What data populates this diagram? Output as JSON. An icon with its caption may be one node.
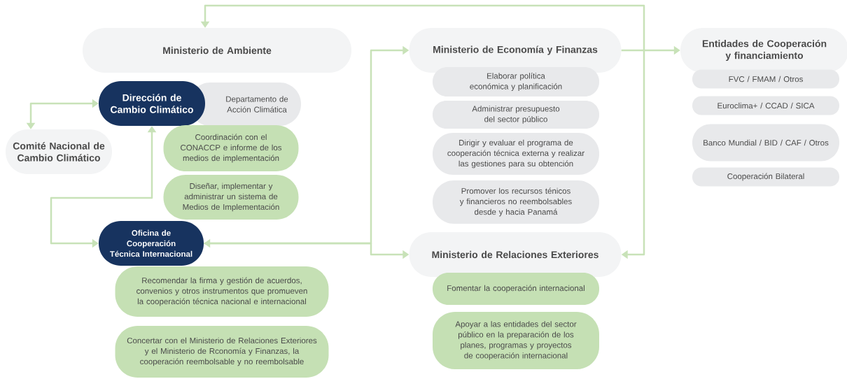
{
  "diagram": {
    "nodes": [
      {
        "text": [
          "Ministerio de Ambiente"
        ]
      },
      {
        "text": [
          "Dirección de Cambio Climático"
        ]
      },
      {
        "text": [
          "Departamento de Acción Climática"
        ]
      },
      {
        "text": [
          "Comité Nacional de Cambio Climático"
        ]
      },
      {
        "text": [
          "Coordinación con el CONACCP e informe de los medios de implementación"
        ]
      },
      {
        "text": [
          "Diseñar, implementar y administrar un sistema de Medios de Implementación"
        ]
      },
      {
        "text": [
          "Oficina de Cooperación Técnica Internacional"
        ]
      },
      {
        "text": [
          "Recomendar la firma y gestión de acuerdos, convenios y otros instrumentos que promueven la cooperación técnica nacional e internacional"
        ]
      },
      {
        "text": [
          "Concertar con el Ministerio de Relaciones Exteriores y el Ministerio de Rconomía y Finanzas, la cooperación reembolsable y no reembolsable"
        ]
      },
      {
        "text": [
          "Ministerio de Economía y Finanzas"
        ]
      },
      {
        "text": [
          "Elaborar política económica y planificación"
        ]
      },
      {
        "text": [
          "Administrar presupuesto del sector público"
        ]
      },
      {
        "text": [
          "Dirigir y evaluar el programa de cooperación técnica externa y realizar las gestiones para su obtención"
        ]
      },
      {
        "text": [
          "Promover los recursos ténicos y financieros no reembolsables desde y hacia Panamá"
        ]
      },
      {
        "text": [
          "Ministerio de Relaciones Exteriores"
        ]
      },
      {
        "text": [
          "Fomentar la cooperación internacional"
        ]
      },
      {
        "text": [
          "Apoyar a las entidades del sector público en la preparación de los planes, programas y proyectos de cooperación internacional"
        ]
      },
      {
        "text": [
          "Entidades de Cooperación y financiamiento"
        ]
      },
      {
        "text": [
          "FVC / FMAM / Otros"
        ]
      },
      {
        "text": [
          "Euroclima+ / CCAD / SICA"
        ]
      },
      {
        "text": [
          "Banco Mundial / BID / CAF / Otros"
        ]
      },
      {
        "text": [
          "Cooperación Bilateral"
        ]
      }
    ],
    "edges": [
      {
        "from": 0,
        "to": 14,
        "arrow": "both"
      },
      {
        "from": 9,
        "to": 17,
        "arrow": "to"
      },
      {
        "from": 3,
        "to": 1,
        "arrow": "both"
      },
      {
        "from": 6,
        "to": 1,
        "arrow": "both"
      },
      {
        "from": 6,
        "to": 9,
        "arrow": "both"
      },
      {
        "from": 6,
        "to": 14,
        "arrow": "to"
      }
    ]
  }
}
